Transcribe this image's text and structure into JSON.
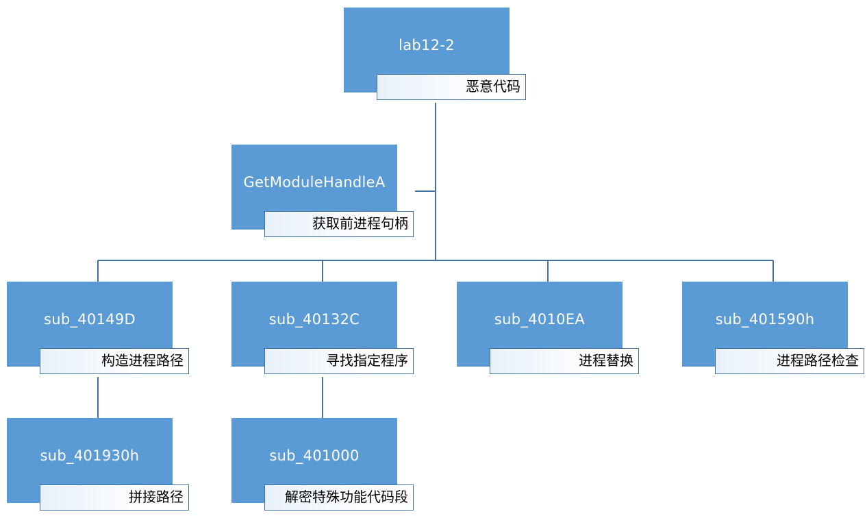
{
  "diagram": {
    "root": {
      "title": "lab12-2",
      "label": "恶意代码"
    },
    "branch": {
      "title": "GetModuleHandleA",
      "label": "获取前进程句柄"
    },
    "children": [
      {
        "title": "sub_40149D",
        "label": "构造进程路径"
      },
      {
        "title": "sub_40132C",
        "label": "寻找指定程序"
      },
      {
        "title": "sub_4010EA",
        "label": "进程替换"
      },
      {
        "title": "sub_401590h",
        "label": "进程路径检查"
      }
    ],
    "grandchildren": [
      {
        "title": "sub_401930h",
        "label": "拼接路径"
      },
      {
        "title": "sub_401000",
        "label": "解密特殊功能代码段"
      }
    ],
    "colors": {
      "node_fill": "#5b9bd5",
      "label_border": "#41719c",
      "connector": "#41719c",
      "title_text": "#ffffff",
      "label_text": "#000000"
    }
  }
}
